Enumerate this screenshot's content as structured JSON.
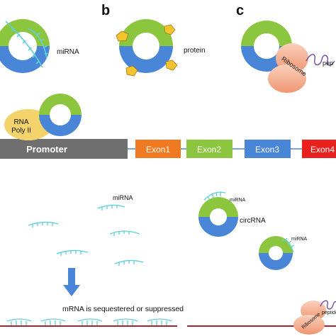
{
  "panels": {
    "b": "b",
    "c": "c"
  },
  "labels": {
    "mirna_a": "miRNA",
    "protein": "protein",
    "ribosome_top": "Ribosome",
    "peptide_top": "pep",
    "rna_pol": "RNA\nPoly II",
    "rna_pol_line1": "RNA",
    "rna_pol_line2": "Poly II",
    "mirna_bottom": "miRNA",
    "mirna_small_1": "miRNA",
    "circrna": "circRNA",
    "mirna_small_2": "miRNA",
    "sequestered": "mRNA is sequestered or suppressed",
    "ribosome_bottom": "Ribosome",
    "peptide_bottom": "peptide"
  },
  "gene": {
    "promoter": "Promoter",
    "exons": [
      "Exon1",
      "Exon2",
      "Exon3",
      "Exon4"
    ]
  },
  "colors": {
    "green": "#8cc63f",
    "blue": "#4a86d8",
    "cyan": "#5fd0d8",
    "orange": "#f07a22",
    "red": "#e8201e",
    "gray": "#6f6f6f",
    "yellow": "#f3d36a",
    "protein": "#f4c430",
    "ribosome": "#f4a882",
    "peptide": "#6b3fa0",
    "mrna": "#a8242a",
    "arrow": "#4a86d8"
  }
}
